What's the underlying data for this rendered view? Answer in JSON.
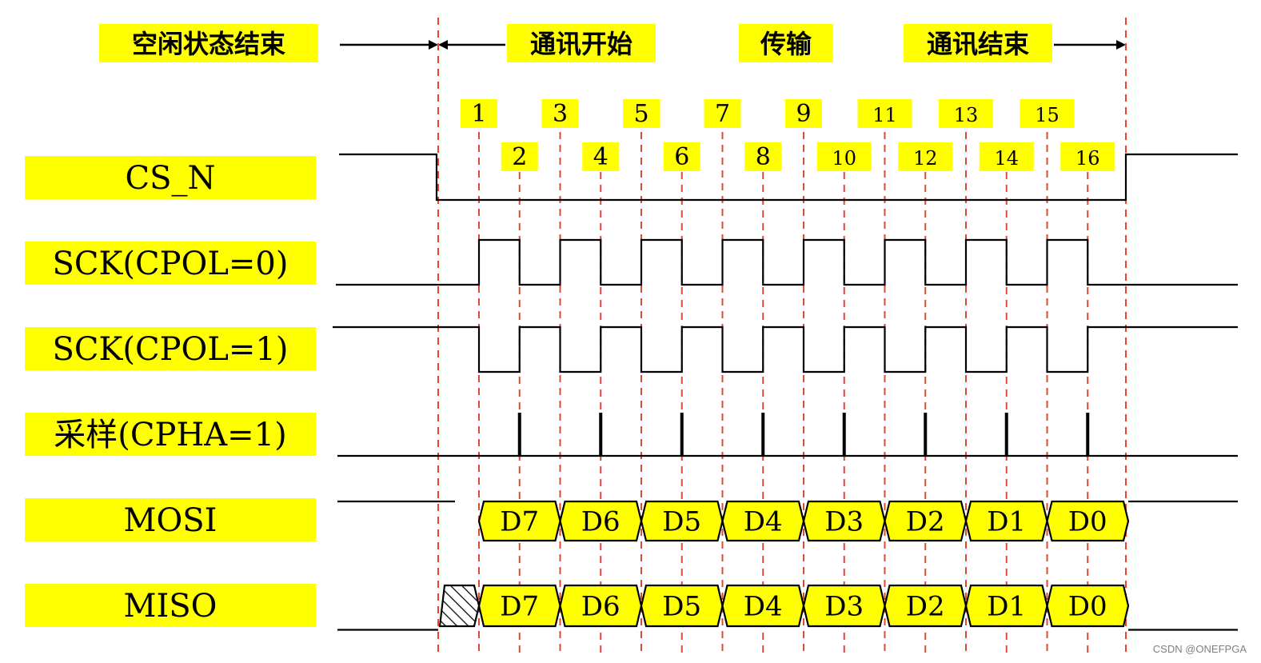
{
  "header": {
    "idle_end": "空闲状态结束",
    "comm_start": "通讯开始",
    "transfer": "传输",
    "comm_end": "通讯结束"
  },
  "signals": {
    "cs_n": "CS_N",
    "sck_cpol0": "SCK(CPOL=0)",
    "sck_cpol1": "SCK(CPOL=1)",
    "sample": "采样(CPHA=1)",
    "mosi": "MOSI",
    "miso": "MISO"
  },
  "edges": [
    "1",
    "2",
    "3",
    "4",
    "5",
    "6",
    "7",
    "8",
    "9",
    "10",
    "11",
    "12",
    "13",
    "14",
    "15",
    "16"
  ],
  "data_bits": [
    "D7",
    "D6",
    "D5",
    "D4",
    "D3",
    "D2",
    "D1",
    "D0"
  ],
  "watermark": "CSDN @ONEFPGA",
  "colors": {
    "label_bg": "#ffff00",
    "guide_line": "#e8452f",
    "wave": "#000000"
  }
}
